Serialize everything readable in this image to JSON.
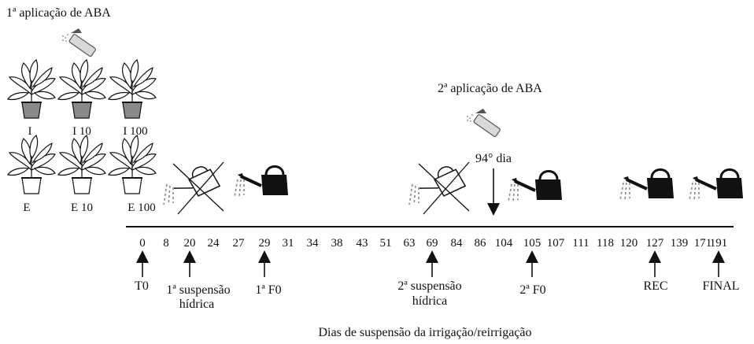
{
  "first_aba": "1ª aplicação de ABA",
  "second_aba": "2ª aplicação de ABA",
  "day94": "94° dia",
  "plants_top": [
    "I",
    "I 10",
    "I 100"
  ],
  "plants_bottom": [
    "E",
    "E 10",
    "E 100"
  ],
  "ticks": [
    "0",
    "8",
    "20",
    "24",
    "27",
    "29",
    "31",
    "34",
    "38",
    "43",
    "51",
    "63",
    "69",
    "84",
    "86",
    "104",
    "105",
    "107",
    "111",
    "118",
    "120",
    "127",
    "139",
    "171",
    "191"
  ],
  "events": {
    "t0": "T0",
    "susp1_line1": "1ª suspensão",
    "susp1_line2": "hídrica",
    "f0_1": "1ª F0",
    "susp2_line1": "2ª suspensão",
    "susp2_line2": "hídrica",
    "f0_2": "2ª F0",
    "rec": "REC",
    "final": "FINAL"
  },
  "axis_caption": "Dias de suspensão da irrigação/reirrigação",
  "colors": {
    "ink": "#111111",
    "pot": "#888888"
  }
}
